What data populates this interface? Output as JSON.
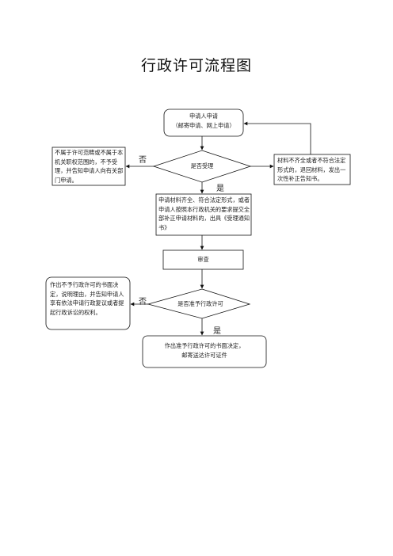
{
  "title": "行政许可流程图",
  "nodes": {
    "apply": {
      "line1": "申请人申请",
      "line2": "（邮寄申请、网上申请）"
    },
    "accept_q": "是否受理",
    "reject": "不属于许可范畴或不属于本机关职权范围的，不予受理，并告知申请人向有关部门申请。",
    "incomplete": "材料不齐全或者不符合法定形式的，退回材料，发出一次性补正告知书。",
    "complete": "申请材料齐全、符合法定形式，或者申请人按照本行政机关的要求提交全部补正申请材料的，出具《受理通知书》",
    "review": "审查",
    "grant_q": "是否准予行政许可",
    "deny": "作出不予行政许可的书面决定，说明理由，并告知申请人享有依法申请行政复议或者提起行政诉讼的权利。",
    "grant": {
      "line1": "作出准予行政许可的书面决定，",
      "line2": "邮寄送达许可证件"
    }
  },
  "edge_labels": {
    "no_1": "否",
    "yes_1": "是",
    "no_2": "否",
    "yes_2": "是"
  }
}
